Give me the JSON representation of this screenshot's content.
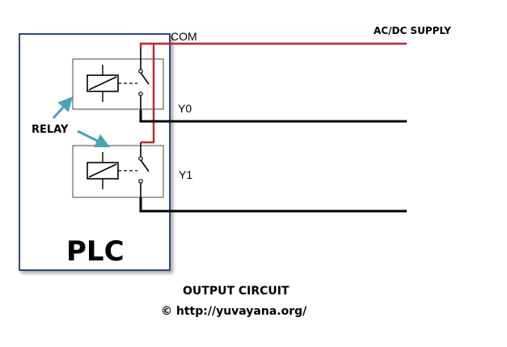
{
  "labels": {
    "com": "COM",
    "supply": "AC/DC SUPPLY",
    "y0": "Y0",
    "y1": "Y1",
    "relay": "RELAY",
    "plc": "PLC",
    "caption_title": "OUTPUT CIRCUIT",
    "caption_source": "© http://yuvayana.org/"
  },
  "colors": {
    "plc_border": "#2f4b7c",
    "supply_wire": "#c0272d",
    "output_wire": "#000000",
    "relay_arrow": "#4aa3b5"
  }
}
